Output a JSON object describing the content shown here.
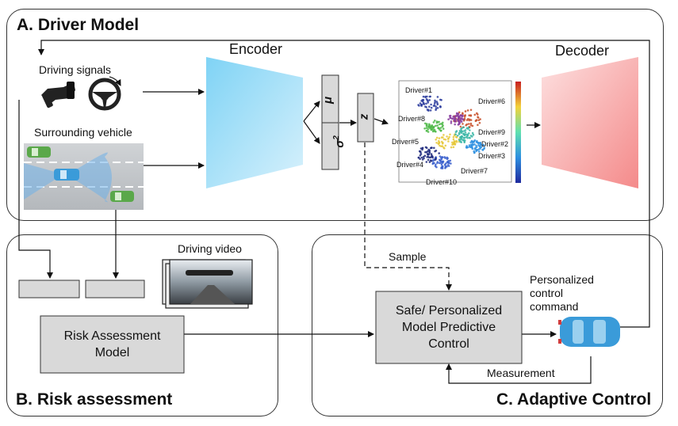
{
  "panels": {
    "driver_model": "A. Driver Model",
    "risk": "B. Risk assessment",
    "control": "C. Adaptive Control"
  },
  "labels": {
    "driving_signals": "Driving signals",
    "surrounding_vehicle": "Surrounding vehicle",
    "encoder": "Encoder",
    "decoder": "Decoder",
    "mu": "μ",
    "sigma": "σ",
    "sigma_sup": "2",
    "z": "z",
    "driving_video": "Driving video",
    "sample": "Sample",
    "personalized_line1": "Personalized",
    "personalized_line2": "control",
    "personalized_line3": "command",
    "measurement": "Measurement"
  },
  "boxes": {
    "risk_line1": "Risk Assessment",
    "risk_line2": "Model",
    "mpc_line1": "Safe/ Personalized",
    "mpc_line2": "Model Predictive",
    "mpc_line3": "Control"
  },
  "scatter": {
    "drivers": [
      "Driver#1",
      "Driver#6",
      "Driver#8",
      "Driver#9",
      "Driver#5",
      "Driver#2",
      "Driver#3",
      "Driver#4",
      "Driver#7",
      "Driver#10"
    ]
  },
  "colors": {
    "encoder_top": "#7fd3f5",
    "decoder": "#f48a8a",
    "box_fill": "#d9d9d9",
    "car_blue": "#3a9bd9"
  }
}
